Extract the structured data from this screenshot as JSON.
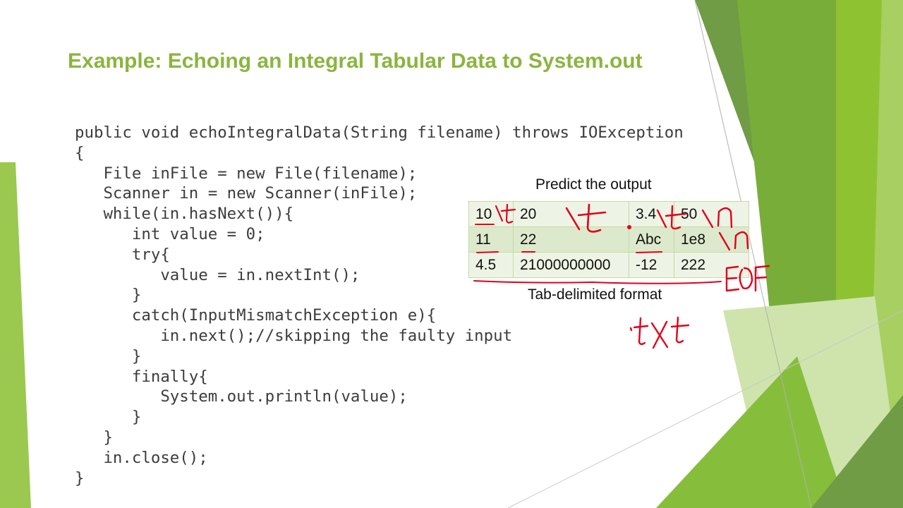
{
  "slide": {
    "title": "Example: Echoing an Integral Tabular Data to System.out"
  },
  "code": {
    "lines": [
      "public void echoIntegralData(String filename) throws IOException",
      "{",
      "   File inFile = new File(filename);",
      "   Scanner in = new Scanner(inFile);",
      "   while(in.hasNext()){",
      "      int value = 0;",
      "      try{",
      "         value = in.nextInt();",
      "      }",
      "      catch(InputMismatchException e){",
      "         in.next();//skipping the faulty input",
      "      }",
      "      finally{",
      "         System.out.println(value);",
      "      }",
      "   }",
      "   in.close();",
      "}"
    ]
  },
  "table": {
    "caption_top": "Predict the output",
    "caption_bottom": "Tab-delimited format",
    "rows": [
      [
        "10",
        "20",
        "3.4",
        "50"
      ],
      [
        "11",
        "22",
        "Abc",
        "1e8"
      ],
      [
        "4.5",
        "21000000000",
        "-12",
        "222"
      ]
    ]
  },
  "annotations": {
    "ink_color": "#e2001a",
    "labels": [
      "\\t",
      "\\t",
      "\\t",
      "\\n",
      "\\n",
      "EOF",
      ".txt"
    ]
  },
  "colors": {
    "title": "#8ab53f",
    "code": "#3c3c3c",
    "table_fill": "#eef4e5",
    "table_fill_shaded": "#dde9cc",
    "table_border": "#c3d9a2"
  }
}
